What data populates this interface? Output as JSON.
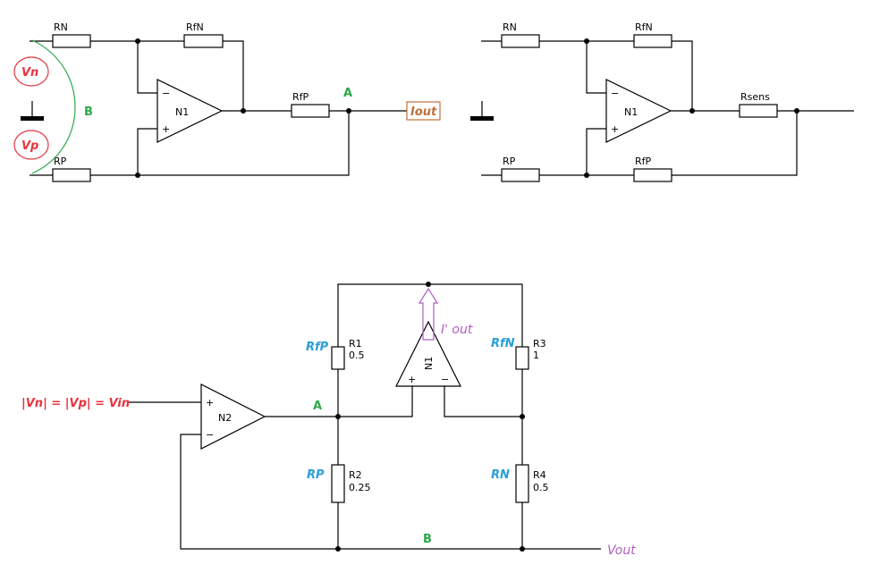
{
  "diagram": {
    "circuit_top_left": {
      "resistors": {
        "rn": "RN",
        "rfn": "RfN",
        "rfp": "RfP",
        "rp": "RP"
      },
      "opamp": {
        "label": "N1",
        "minus": "−",
        "plus": "+"
      },
      "annotations": {
        "node_a": "A",
        "node_b": "B",
        "vn": "Vn",
        "vp": "Vp",
        "iout": "Iout"
      }
    },
    "circuit_top_right": {
      "resistors": {
        "rn": "RN",
        "rfn": "RfN",
        "rsens": "Rsens",
        "rp": "RP",
        "rfp": "RfP"
      },
      "opamp": {
        "label": "N1",
        "minus": "−",
        "plus": "+"
      }
    },
    "circuit_bottom": {
      "input_label": "|Vn| = |Vp| = Vin",
      "output_label": "Vout",
      "current_label": "I' out",
      "node_a": "A",
      "node_b": "B",
      "n2": {
        "label": "N2",
        "plus": "+",
        "minus": "−"
      },
      "n1": {
        "label": "N1",
        "plus": "+",
        "minus": "−"
      },
      "r1": {
        "name": "R1",
        "value": "0.5",
        "tag": "RfP"
      },
      "r2": {
        "name": "R2",
        "value": "0.25",
        "tag": "RP"
      },
      "r3": {
        "name": "R3",
        "value": "1",
        "tag": "RfN"
      },
      "r4": {
        "name": "R4",
        "value": "0.5",
        "tag": "RN"
      }
    },
    "colors": {
      "red_annotation": "#e8323c",
      "green_annotation": "#2ea84a",
      "blue_annotation": "#2a9fd8",
      "purple_annotation": "#b060c0",
      "iout_color": "#c0703a"
    }
  }
}
